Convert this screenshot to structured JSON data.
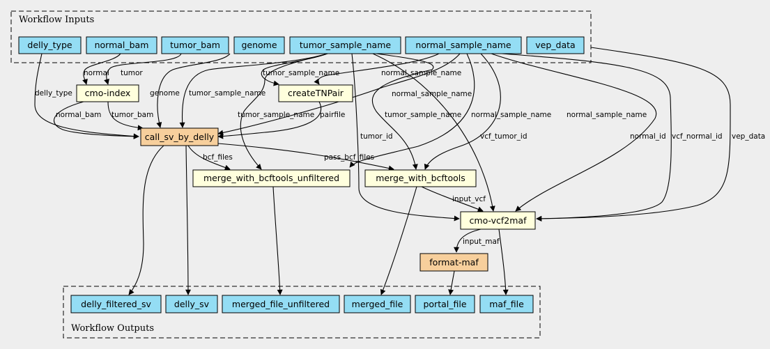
{
  "colors": {
    "background": "#eeeeee",
    "io_node": "#94ddf4",
    "step_node": "#ffffdd",
    "subworkflow_node": "#f7cf9c"
  },
  "clusters": {
    "inputs": "Workflow Inputs",
    "outputs": "Workflow Outputs"
  },
  "nodes": {
    "delly_type": "delly_type",
    "normal_bam": "normal_bam",
    "tumor_bam": "tumor_bam",
    "genome": "genome",
    "tumor_sample_name": "tumor_sample_name",
    "normal_sample_name": "normal_sample_name",
    "vep_data": "vep_data",
    "cmo_index": "cmo-index",
    "createTNPair": "createTNPair",
    "call_sv_by_delly": "call_sv_by_delly",
    "merge_unfiltered": "merge_with_bcftools_unfiltered",
    "merge_bcftools": "merge_with_bcftools",
    "cmo_vcf2maf": "cmo-vcf2maf",
    "format_maf": "format-maf",
    "delly_filtered_sv": "delly_filtered_sv",
    "delly_sv": "delly_sv",
    "merged_file_unfiltered": "merged_file_unfiltered",
    "merged_file": "merged_file",
    "portal_file": "portal_file",
    "maf_file": "maf_file"
  },
  "edge_labels": {
    "normal": "normal",
    "tumor": "tumor",
    "delly_type": "delly_type",
    "genome": "genome",
    "tumor_sample_name_1": "tumor_sample_name",
    "tumor_sample_name_2": "tumor_sample_name",
    "tumor_sample_name_3": "tumor_sample_name",
    "tumor_sample_name_4": "tumor_sample_name",
    "normal_sample_name_1": "normal_sample_name",
    "normal_sample_name_2": "normal_sample_name",
    "normal_sample_name_3": "normal_sample_name",
    "normal_sample_name_4": "normal_sample_name",
    "normal_bam": "normal_bam",
    "tumor_bam": "tumor_bam",
    "pairfile": "pairfile",
    "tumor_id": "tumor_id",
    "vcf_tumor_id": "vcf_tumor_id",
    "normal_id": "normal_id",
    "vcf_normal_id": "vcf_normal_id",
    "vep_data": "vep_data",
    "bcf_files": "bcf_files",
    "pass_bcf_files": "pass_bcf_files",
    "input_vcf": "input_vcf",
    "input_maf": "input_maf"
  }
}
